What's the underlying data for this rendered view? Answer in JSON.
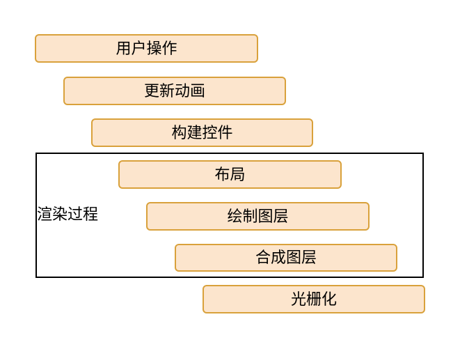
{
  "diagram": {
    "type": "staircase-flow",
    "group_label": "渲染过程",
    "steps": [
      {
        "id": "user-action",
        "label": "用户操作",
        "in_group": false
      },
      {
        "id": "update-animation",
        "label": "更新动画",
        "in_group": false
      },
      {
        "id": "build-widgets",
        "label": "构建控件",
        "in_group": false
      },
      {
        "id": "layout",
        "label": "布局",
        "in_group": true
      },
      {
        "id": "paint-layers",
        "label": "绘制图层",
        "in_group": true
      },
      {
        "id": "composite-layers",
        "label": "合成图层",
        "in_group": true
      },
      {
        "id": "rasterize",
        "label": "光栅化",
        "in_group": false
      }
    ],
    "colors": {
      "box_fill": "#FCE5CD",
      "box_border": "#D9A13B",
      "group_border": "#000000",
      "text": "#000000",
      "background": "#FFFFFF"
    }
  }
}
